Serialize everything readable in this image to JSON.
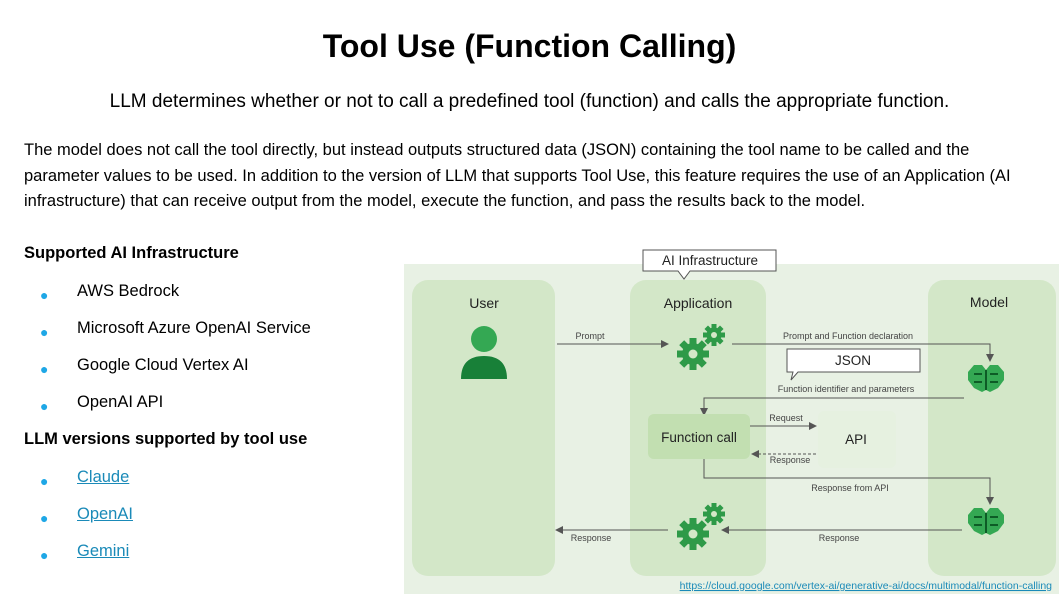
{
  "title": "Tool Use (Function Calling)",
  "subtitle": "LLM determines whether or not to call a predefined tool (function) and calls the appropriate function.",
  "description": "The model does not call the tool directly, but instead outputs structured data (JSON) containing the tool name to be called and the parameter values to be used. In addition to the version of LLM that supports Tool Use, this feature requires the use of an Application (AI infrastructure) that can receive output from the model, execute the function, and pass the results back to the model.",
  "infrastructure": {
    "heading": "Supported AI Infrastructure",
    "items": [
      "AWS Bedrock",
      "Microsoft Azure OpenAI Service",
      "Google Cloud Vertex AI",
      "OpenAI API"
    ]
  },
  "llm_versions": {
    "heading": "LLM versions supported by tool use",
    "items": [
      "Claude",
      "OpenAI",
      "Gemini"
    ]
  },
  "diagram": {
    "callout_infra": "AI Infrastructure",
    "col_user": "User",
    "col_application": "Application",
    "col_model": "Model",
    "arrow_prompt": "Prompt",
    "arrow_prompt_function": "Prompt and Function declaration",
    "callout_json": "JSON",
    "arrow_function_id": "Function identifier and parameters",
    "function_call": "Function call",
    "api": "API",
    "arrow_request": "Request",
    "arrow_response_api_local": "Response",
    "arrow_response_from_api": "Response from API",
    "arrow_response_model": "Response",
    "arrow_response_user": "Response",
    "source_link": "https://cloud.google.com/vertex-ai/generative-ai/docs/multimodal/function-calling"
  },
  "colors": {
    "panel_bg": "#e8f1e4",
    "column_bg": "#d3e7c8",
    "box_bg": "#c2dfb1",
    "icon_green": "#34a853",
    "icon_dark_green": "#188038",
    "bullet_blue": "#1ea7e6",
    "link_blue": "#1a8ab8"
  }
}
